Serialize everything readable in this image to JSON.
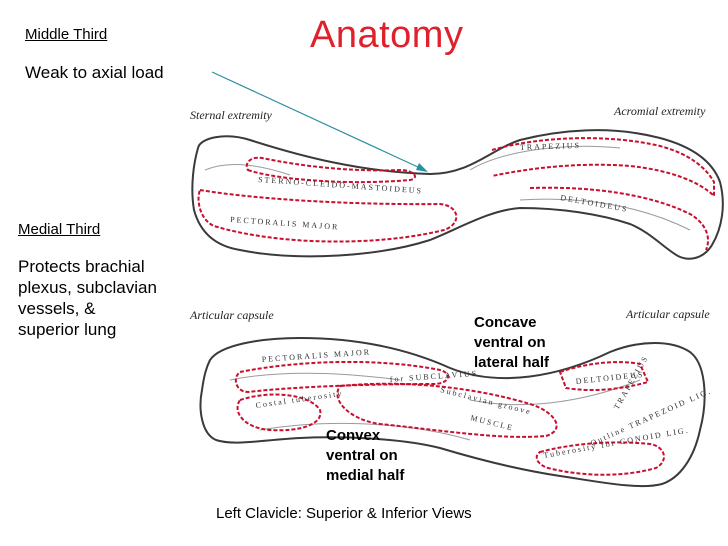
{
  "slide": {
    "title": "Anatomy",
    "middle_third": {
      "heading": "Middle Third",
      "text": "Weak to axial load"
    },
    "medial_third": {
      "heading": "Medial Third",
      "lines": [
        "Protects brachial",
        "plexus, subclavian",
        "vessels, &",
        "superior lung"
      ]
    },
    "concave_note": [
      "Concave",
      "ventral on",
      "lateral half"
    ],
    "convex_note": [
      "Convex",
      "ventral on",
      "medial half"
    ],
    "caption": "Left Clavicle:  Superior & Inferior Views"
  },
  "figure": {
    "top_view": {
      "left_label": "Sternal extremity",
      "right_label": "Acromial extremity",
      "muscles": [
        "STERNO-CLEIDO-MASTOIDEUS",
        "TRAPEZIUS",
        "DELTOIDEUS",
        "PECTORALIS MAJOR"
      ]
    },
    "bottom_view": {
      "left_label": "Articular capsule",
      "right_label": "Articular capsule",
      "muscles": [
        "PECTORALIS MAJOR",
        "Costal tuberosity",
        "for SUBCLAVIUS",
        "Subclavian groove",
        "MUSCLE",
        "DELTOIDEUS",
        "TRAPEZIUS",
        "Tuberosity for CONOID LIG.",
        "Outline TRAPEZOID LIG."
      ]
    },
    "arrow_color": "#2a8fa0",
    "outline_color": "#c8102e"
  }
}
